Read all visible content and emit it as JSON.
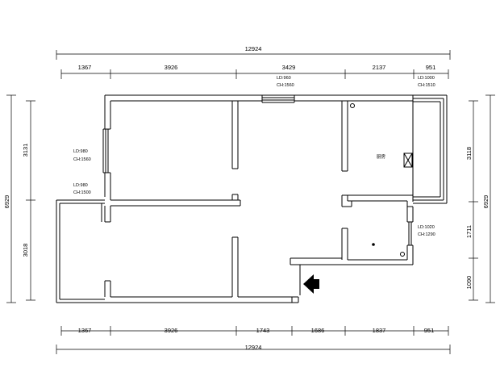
{
  "dimensions": {
    "top_total": "12924",
    "top_segments": [
      "1367",
      "3926",
      "3429",
      "2137",
      "951"
    ],
    "bottom_segments": [
      "1367",
      "3926",
      "1743",
      "1686",
      "1837",
      "951"
    ],
    "bottom_total": "12924",
    "left_total": "6929",
    "left_segments": [
      "3131",
      "3018"
    ],
    "right_total": "6929",
    "right_segments": [
      "3118",
      "1711",
      "1090"
    ]
  },
  "window_notes": {
    "top_middle": {
      "ld": "LD:960",
      "ch": "CH:1560"
    },
    "top_right": {
      "ld": "LD:1000",
      "ch": "CH:1510"
    },
    "left_upper": {
      "ld": "LD:980",
      "ch": "CH:1560"
    },
    "left_lower": {
      "ld": "LD:980",
      "ch": "CH:1500"
    },
    "right_lower": {
      "ld": "LD:1020",
      "ch": "CH:1290"
    }
  },
  "room_labels": {
    "kitchen": "厨房"
  },
  "colors": {
    "ink": "#000000",
    "background": "#ffffff"
  }
}
